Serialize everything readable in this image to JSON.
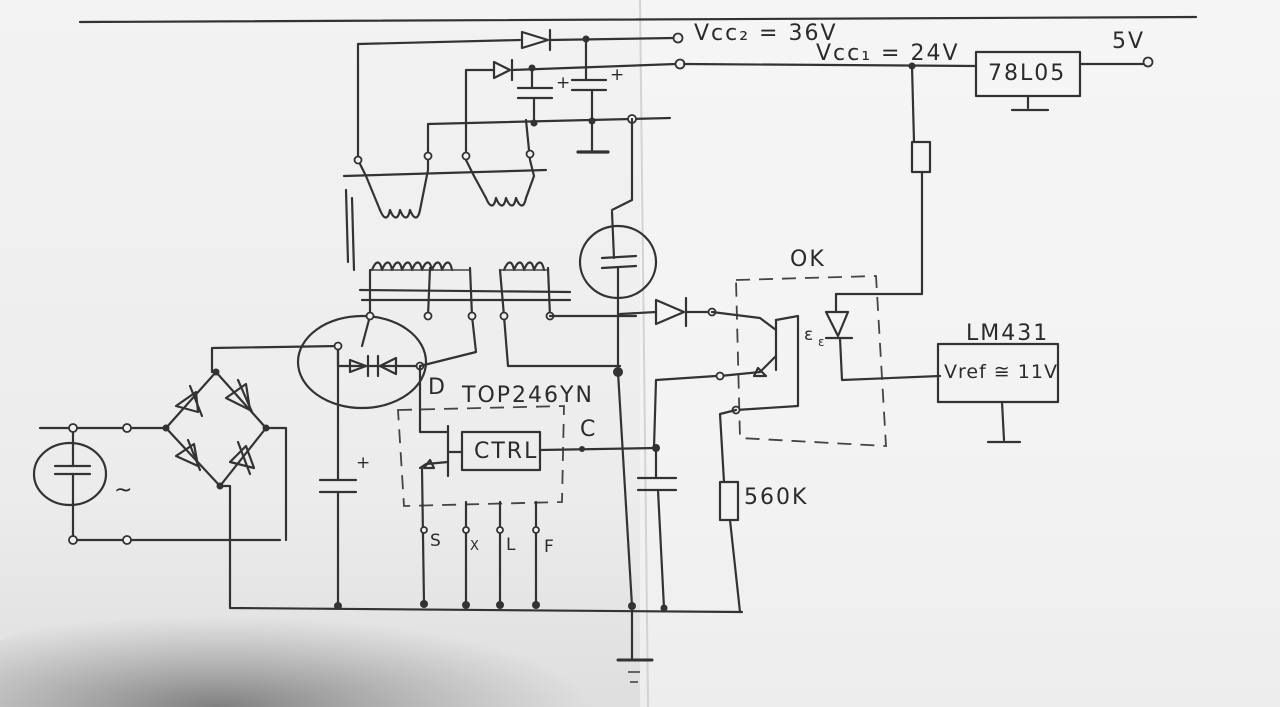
{
  "labels": {
    "vcc2": "Vcc₂ = 36V",
    "vcc1": "Vcc₁ = 24V",
    "out_5v": "5V",
    "regulator": "78L05",
    "optocoupler": "OK",
    "ref_ic": "LM431",
    "vref": "Vref ≅ 11V",
    "switcher": "TOP246YN",
    "pin_d": "D",
    "pin_c": "C",
    "ctrl": "CTRL",
    "pin_s": "S",
    "pin_x": "X",
    "pin_l": "L",
    "pin_f": "F",
    "resistor": "560K",
    "ac_symbol": "~",
    "cap_plus": "+"
  }
}
